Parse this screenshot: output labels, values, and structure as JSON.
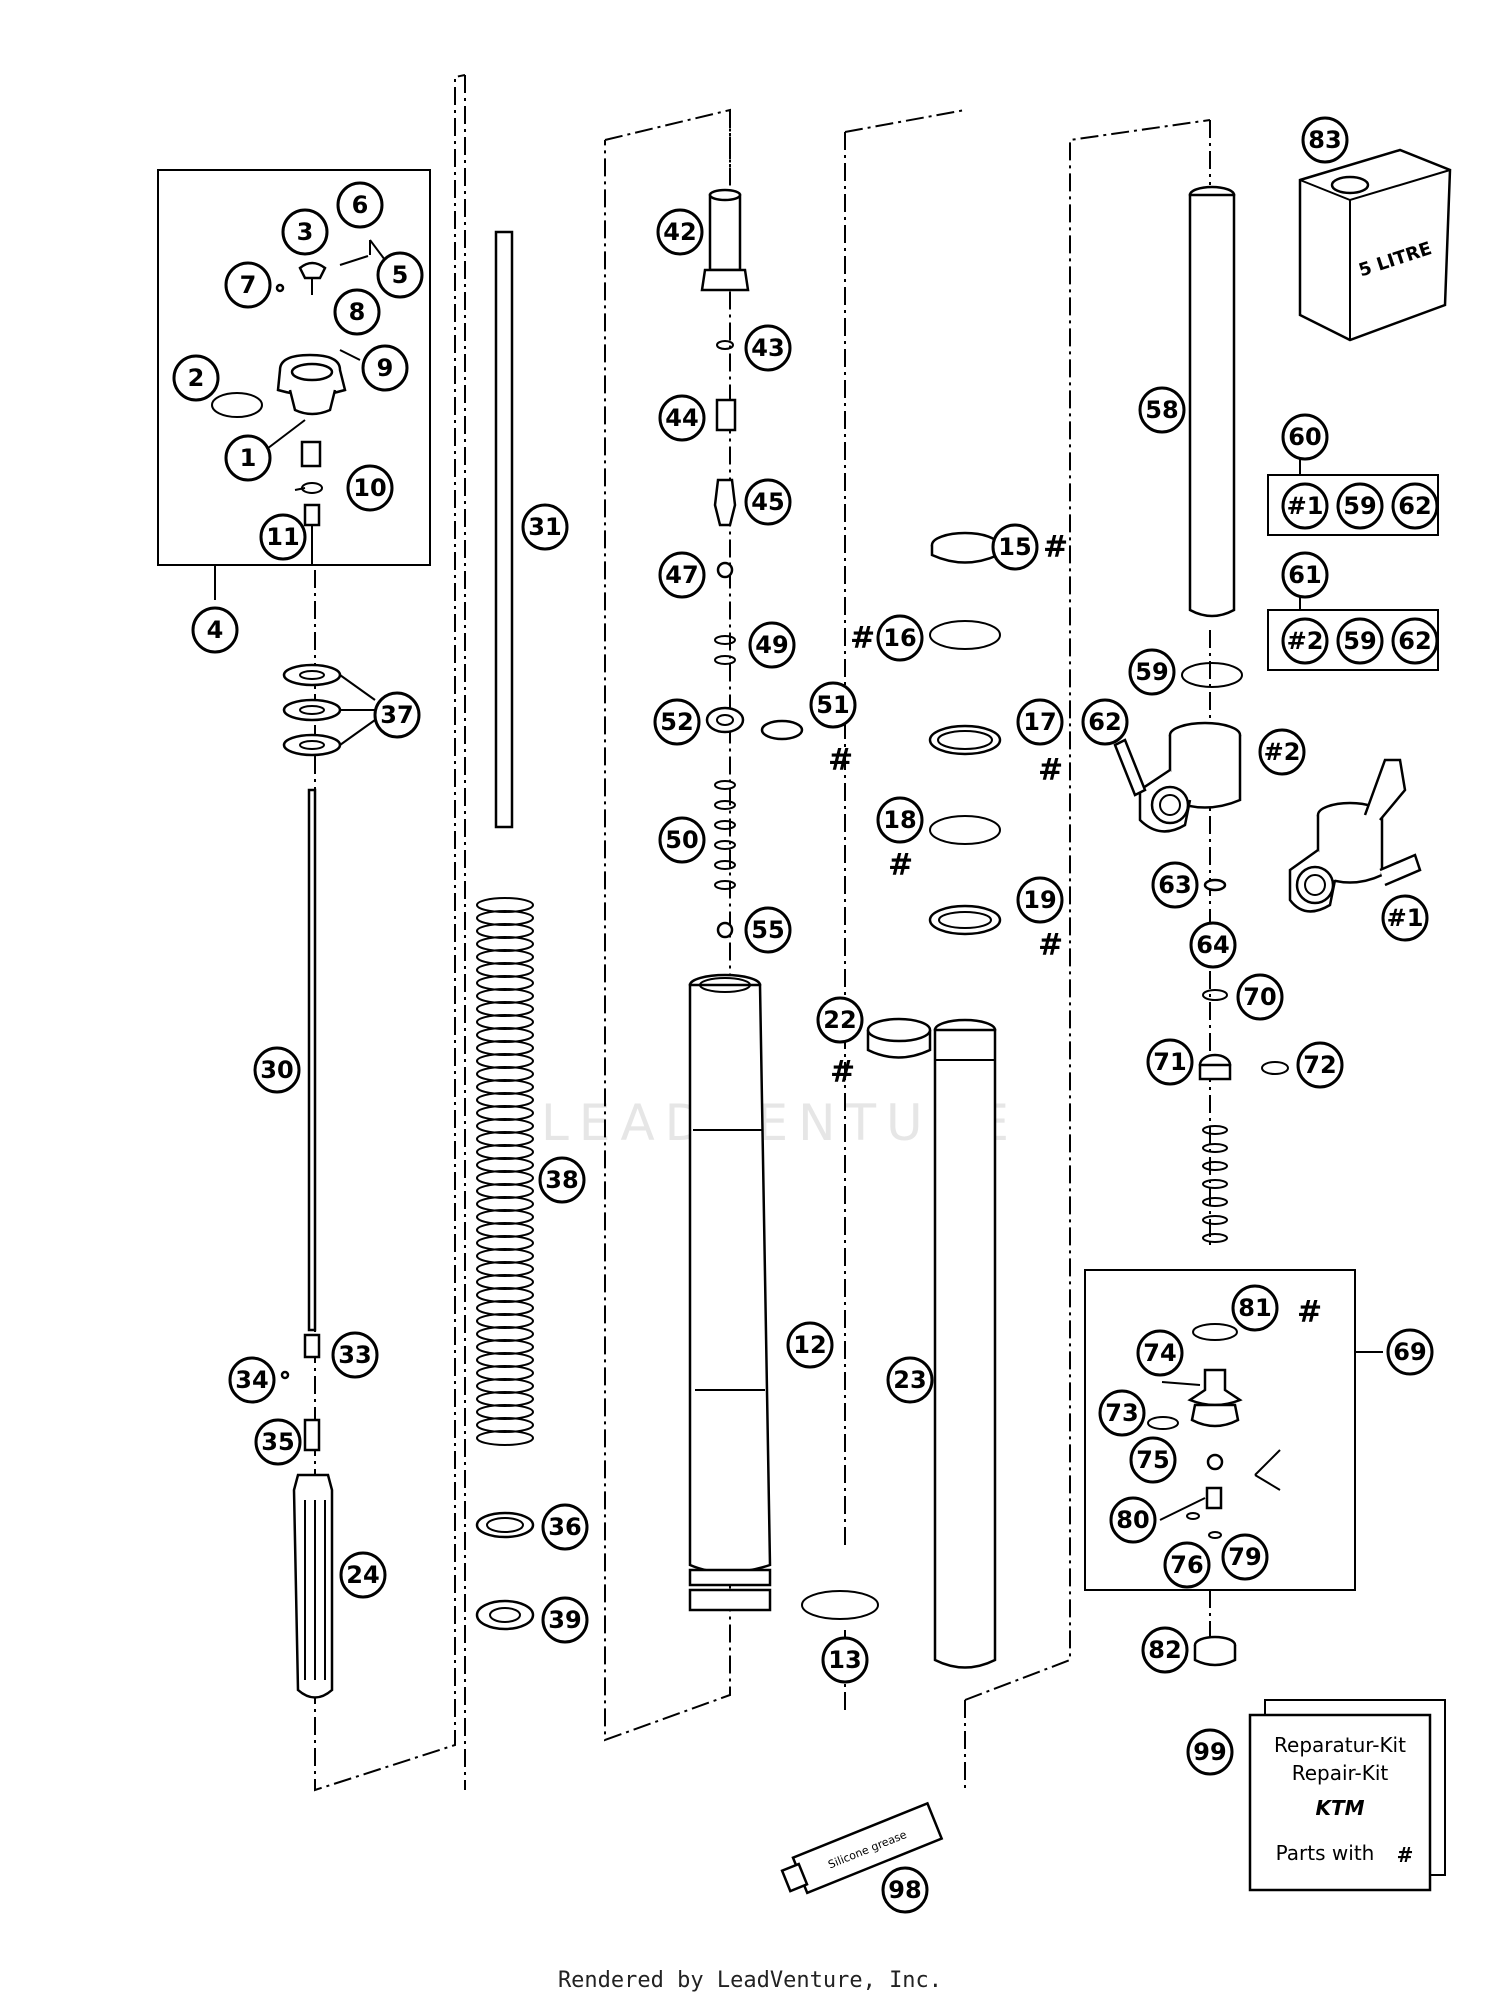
{
  "watermark": "LEADVENTURE",
  "footer": "Rendered by LeadVenture, Inc.",
  "container_label": "5 LITRE",
  "kit_box": {
    "line1": "Reparatur-Kit",
    "line2": "Repair-Kit",
    "brand": "KTM",
    "line3": "Parts with",
    "hash": "#"
  },
  "tube_label": "Silicone grease",
  "callouts": [
    "1",
    "2",
    "3",
    "4",
    "5",
    "6",
    "7",
    "8",
    "9",
    "10",
    "11",
    "12",
    "13",
    "15",
    "16",
    "17",
    "18",
    "19",
    "22",
    "23",
    "24",
    "30",
    "31",
    "33",
    "34",
    "35",
    "36",
    "37",
    "38",
    "39",
    "42",
    "43",
    "44",
    "45",
    "47",
    "49",
    "50",
    "51",
    "52",
    "55",
    "58",
    "59",
    "60",
    "61",
    "62",
    "63",
    "64",
    "69",
    "70",
    "71",
    "72",
    "73",
    "74",
    "75",
    "76",
    "79",
    "80",
    "81",
    "82",
    "83",
    "98",
    "99",
    "#1",
    "#2"
  ],
  "sets": {
    "set_60": [
      "#1",
      "59",
      "62"
    ],
    "set_61": [
      "#2",
      "59",
      "62"
    ]
  },
  "repair_kit_marker": "#"
}
